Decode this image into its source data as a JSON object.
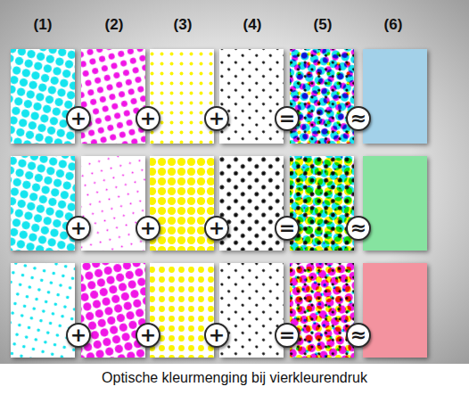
{
  "diagram": {
    "caption": "Optische kleurmenging bij vierkleurendruk",
    "nodes": [
      {
        "text": [
          "+"
        ]
      },
      {
        "text": [
          "+"
        ]
      },
      {
        "text": [
          "+"
        ]
      },
      {
        "text": [
          "="
        ]
      },
      {
        "text": [
          "≈"
        ]
      },
      {
        "text": [
          "+"
        ]
      },
      {
        "text": [
          "+"
        ]
      },
      {
        "text": [
          "+"
        ]
      },
      {
        "text": [
          "="
        ]
      },
      {
        "text": [
          "≈"
        ]
      },
      {
        "text": [
          "+"
        ]
      },
      {
        "text": [
          "+"
        ]
      },
      {
        "text": [
          "+"
        ]
      },
      {
        "text": [
          "="
        ]
      },
      {
        "text": [
          "≈"
        ]
      }
    ],
    "labels": [
      "(1)",
      "(2)",
      "(3)",
      "(4)",
      "(5)",
      "(6)"
    ]
  }
}
